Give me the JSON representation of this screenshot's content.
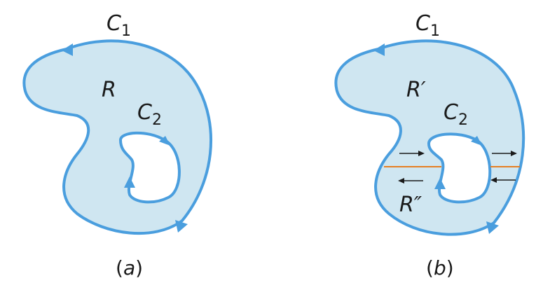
{
  "colors": {
    "boundary": "#4a9ede",
    "region_fill": "#cfe6f1",
    "cut": "#e67e22",
    "arrow": "#1a1a1a",
    "text": "#1a1a1a"
  },
  "panel_a": {
    "outer_curve": {
      "name": "C",
      "subscript": "1"
    },
    "inner_curve": {
      "name": "C",
      "subscript": "2"
    },
    "region": "R",
    "caption": {
      "open": "(",
      "var": "a",
      "close": ")"
    }
  },
  "panel_b": {
    "outer_curve": {
      "name": "C",
      "subscript": "1"
    },
    "inner_curve": {
      "name": "C",
      "subscript": "2"
    },
    "upper_region": "R′",
    "lower_region": "R″",
    "caption": {
      "open": "(",
      "var": "b",
      "close": ")"
    }
  }
}
